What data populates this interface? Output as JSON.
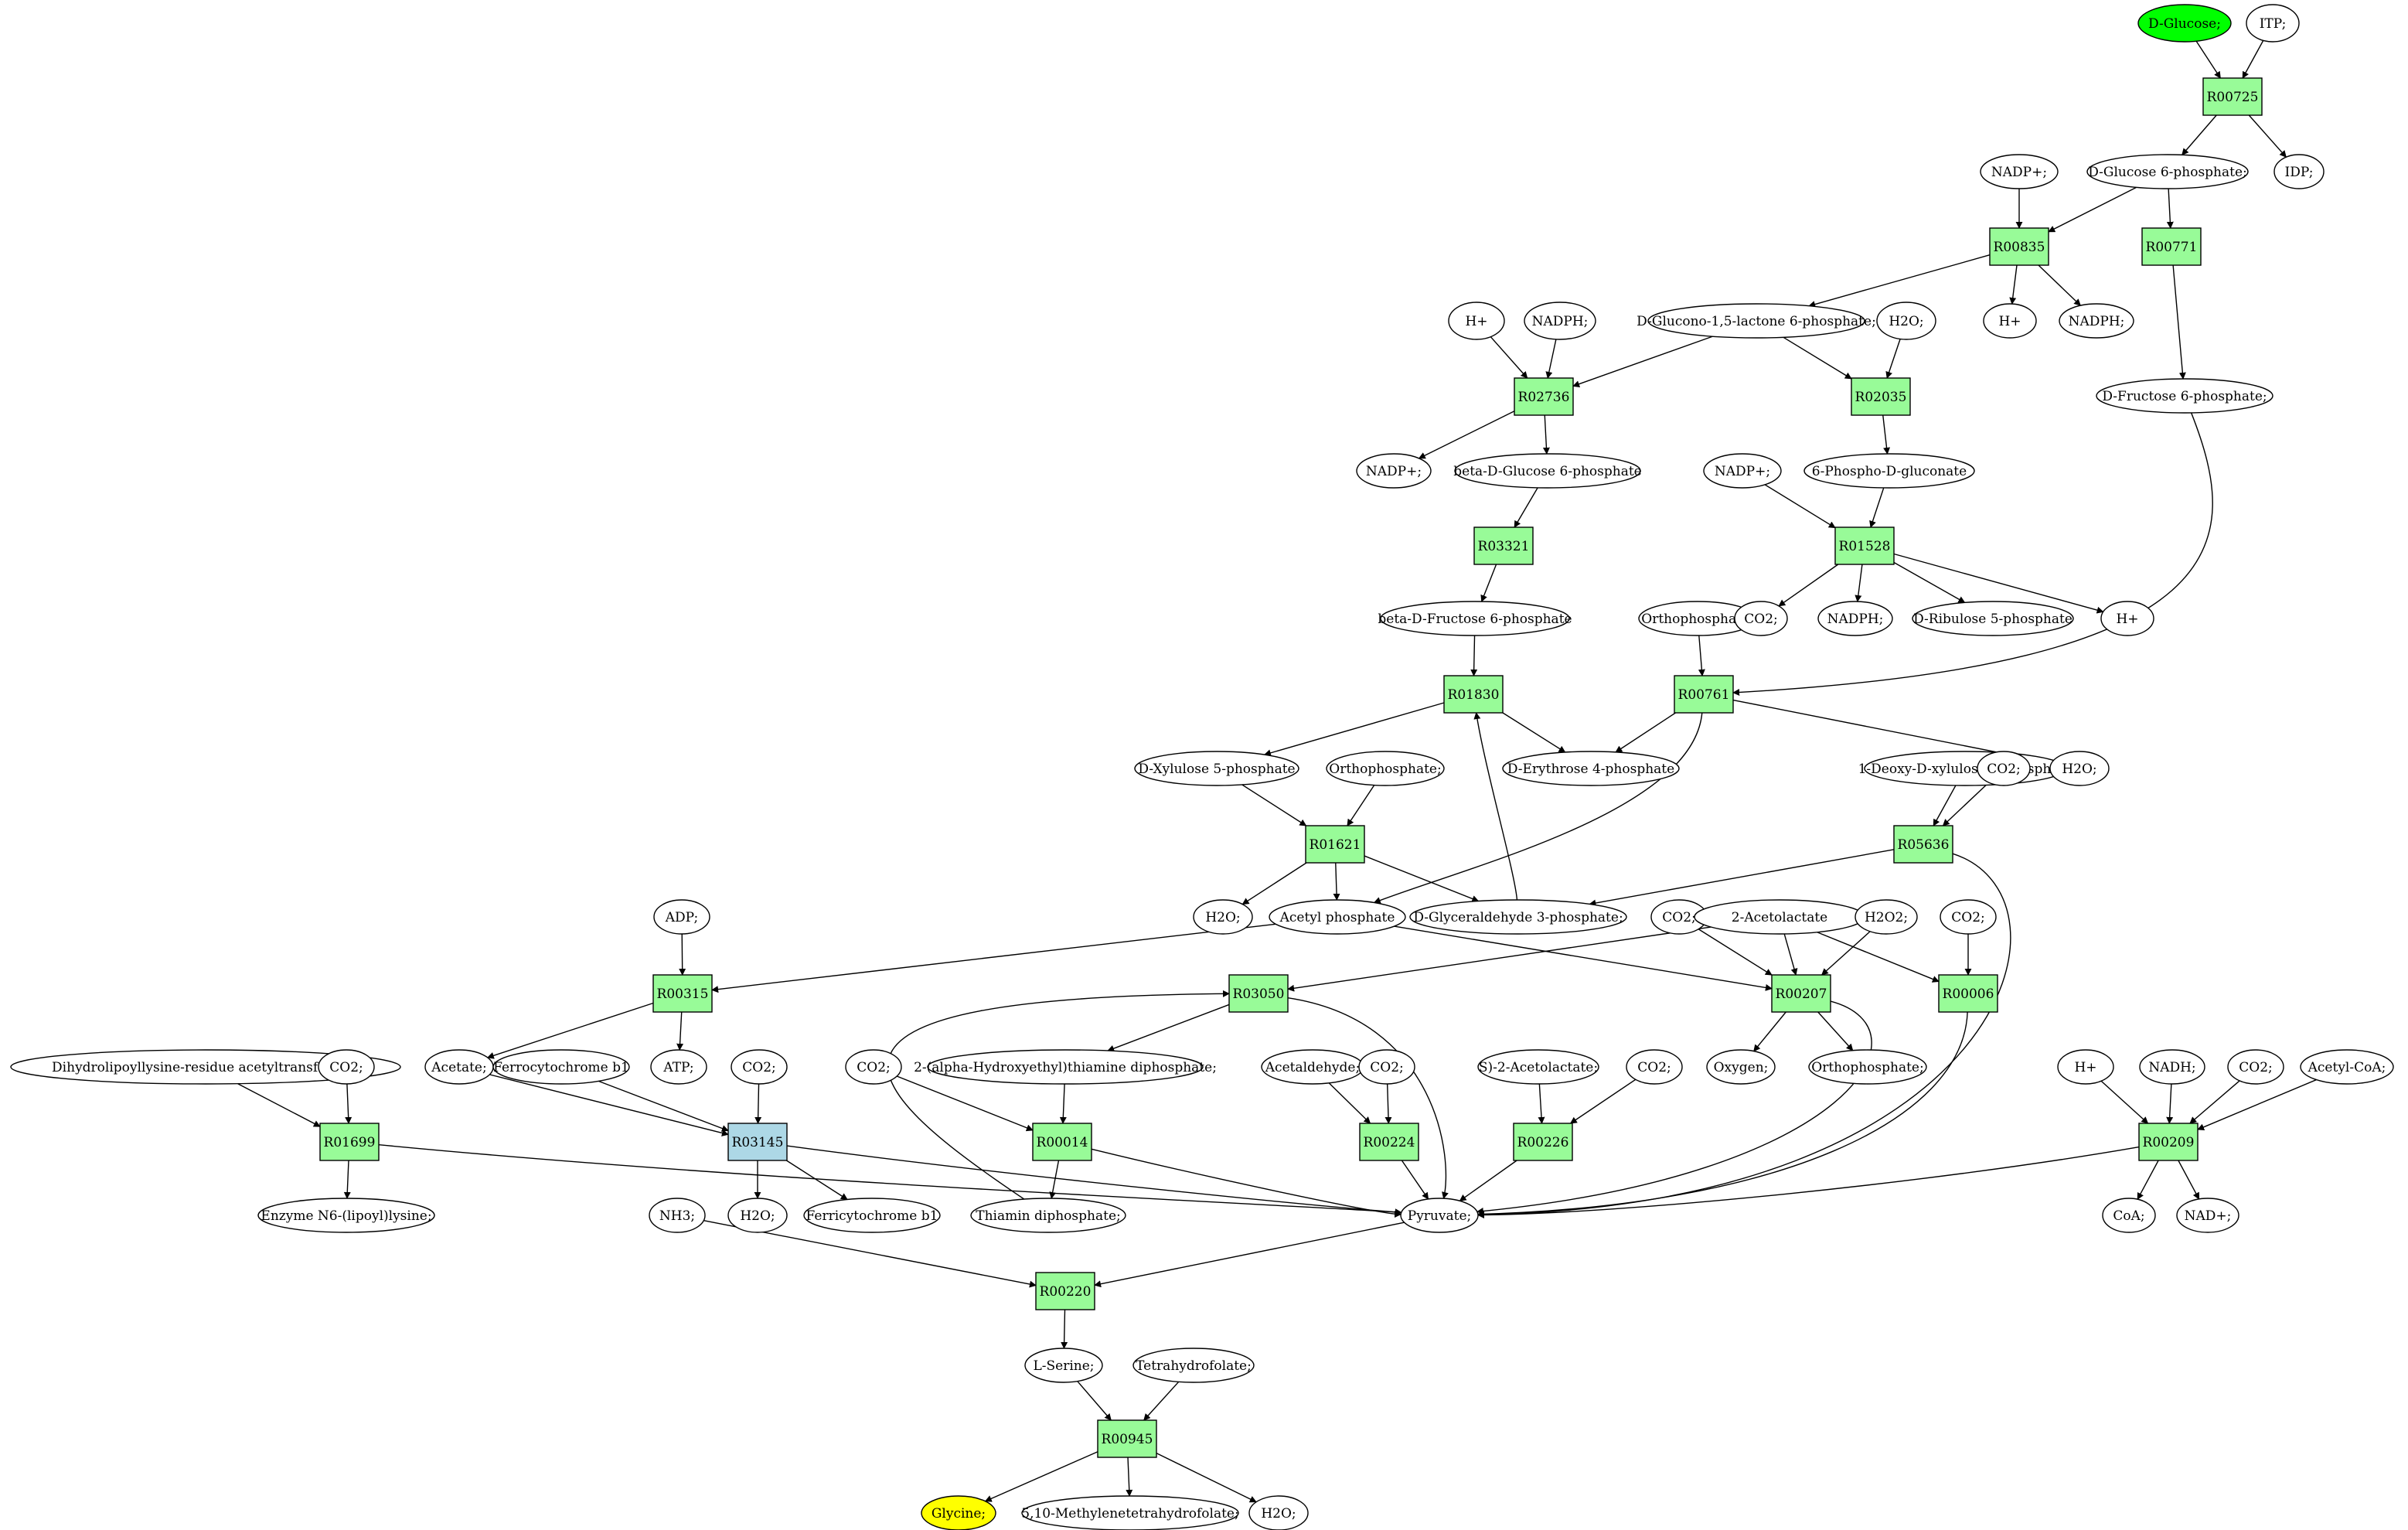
{
  "colors": {
    "reaction_fill": "#98fb98",
    "reaction_alt_fill": "#add8e6",
    "source_fill": "#00ff00",
    "target_fill": "#ffff00",
    "stroke": "#000000",
    "background": "#ffffff"
  },
  "reactions": [
    {
      "id": "R00725",
      "label": "R00725"
    },
    {
      "id": "R00835",
      "label": "R00835"
    },
    {
      "id": "R00771",
      "label": "R00771"
    },
    {
      "id": "R02736",
      "label": "R02736"
    },
    {
      "id": "R02035",
      "label": "R02035"
    },
    {
      "id": "R03321",
      "label": "R03321"
    },
    {
      "id": "R01528",
      "label": "R01528"
    },
    {
      "id": "R01830",
      "label": "R01830"
    },
    {
      "id": "R00761",
      "label": "R00761"
    },
    {
      "id": "R01621",
      "label": "R01621"
    },
    {
      "id": "R05636",
      "label": "R05636"
    },
    {
      "id": "R00315",
      "label": "R00315"
    },
    {
      "id": "R03050",
      "label": "R03050"
    },
    {
      "id": "R00207",
      "label": "R00207"
    },
    {
      "id": "R00006",
      "label": "R00006"
    },
    {
      "id": "R01699",
      "label": "R01699"
    },
    {
      "id": "R03145",
      "label": "R03145",
      "style": "alt"
    },
    {
      "id": "R00014",
      "label": "R00014"
    },
    {
      "id": "R00224",
      "label": "R00224"
    },
    {
      "id": "R00226",
      "label": "R00226"
    },
    {
      "id": "R00209",
      "label": "R00209"
    },
    {
      "id": "R00220",
      "label": "R00220"
    },
    {
      "id": "R00945",
      "label": "R00945"
    }
  ],
  "compounds": [
    {
      "id": "c_glucose",
      "label": "D-Glucose;",
      "style": "source"
    },
    {
      "id": "c_itp",
      "label": "ITP;"
    },
    {
      "id": "c_g6p",
      "label": "D-Glucose 6-phosphate;"
    },
    {
      "id": "c_idp",
      "label": "IDP;"
    },
    {
      "id": "c_nadp_1",
      "label": "NADP+;"
    },
    {
      "id": "c_h_1",
      "label": "H+"
    },
    {
      "id": "c_nadph_1",
      "label": "NADPH;"
    },
    {
      "id": "c_h_2",
      "label": "H+"
    },
    {
      "id": "c_nadph_2",
      "label": "NADPH;"
    },
    {
      "id": "c_glucono",
      "label": "D-Glucono-1,5-lactone 6-phosphate;"
    },
    {
      "id": "c_h2o_1",
      "label": "H2O;"
    },
    {
      "id": "c_f6p",
      "label": "D-Fructose 6-phosphate;"
    },
    {
      "id": "c_nadp_2",
      "label": "NADP+;"
    },
    {
      "id": "c_bg6p",
      "label": "beta-D-Glucose 6-phosphate"
    },
    {
      "id": "c_nadp_3",
      "label": "NADP+;"
    },
    {
      "id": "c_6pg",
      "label": "6-Phospho-D-gluconate"
    },
    {
      "id": "c_bf6p",
      "label": "beta-D-Fructose 6-phosphate"
    },
    {
      "id": "c_ortho_1",
      "label": "Orthophosphate;"
    },
    {
      "id": "c_co2_1",
      "label": "CO2;"
    },
    {
      "id": "c_nadph_3",
      "label": "NADPH;"
    },
    {
      "id": "c_ru5p",
      "label": "D-Ribulose 5-phosphate"
    },
    {
      "id": "c_h_3",
      "label": "H+"
    },
    {
      "id": "c_x5p",
      "label": "D-Xylulose 5-phosphate"
    },
    {
      "id": "c_ortho_2",
      "label": "Orthophosphate;"
    },
    {
      "id": "c_e4p",
      "label": "D-Erythrose 4-phosphate"
    },
    {
      "id": "c_dxp",
      "label": "1-Deoxy-D-xylulose 5-phosphate"
    },
    {
      "id": "c_co2_2",
      "label": "CO2;"
    },
    {
      "id": "c_h2o_2",
      "label": "H2O;"
    },
    {
      "id": "c_adp",
      "label": "ADP;"
    },
    {
      "id": "c_h2o_3",
      "label": "H2O;"
    },
    {
      "id": "c_acp",
      "label": "Acetyl phosphate"
    },
    {
      "id": "c_gap",
      "label": "D-Glyceraldehyde 3-phosphate;"
    },
    {
      "id": "c_co2_3",
      "label": "CO2;"
    },
    {
      "id": "c_2al",
      "label": "2-Acetolactate"
    },
    {
      "id": "c_h2o2",
      "label": "H2O2;"
    },
    {
      "id": "c_co2_4",
      "label": "CO2;"
    },
    {
      "id": "c_dlat",
      "label": "Dihydrolipoyllysine-residue acetyltransferase]"
    },
    {
      "id": "c_co2_5",
      "label": "CO2;"
    },
    {
      "id": "c_acetate",
      "label": "Acetate;"
    },
    {
      "id": "c_fcb1",
      "label": "Ferrocytochrome b1"
    },
    {
      "id": "c_co2_6",
      "label": "CO2;"
    },
    {
      "id": "c_atp",
      "label": "ATP;"
    },
    {
      "id": "c_hetpp",
      "label": "2-(alpha-Hydroxyethyl)thiamine diphosphate;"
    },
    {
      "id": "c_co2_7",
      "label": "CO2;"
    },
    {
      "id": "c_acald",
      "label": "Acetaldehyde;"
    },
    {
      "id": "c_co2_8",
      "label": "CO2;"
    },
    {
      "id": "c_s2al",
      "label": "S)-2-Acetolactate;"
    },
    {
      "id": "c_co2_9",
      "label": "CO2;"
    },
    {
      "id": "c_oxygen",
      "label": "Oxygen;"
    },
    {
      "id": "c_ortho_3",
      "label": "Orthophosphate;"
    },
    {
      "id": "c_h_4",
      "label": "H+"
    },
    {
      "id": "c_nadh",
      "label": "NADH;"
    },
    {
      "id": "c_co2_10",
      "label": "CO2;"
    },
    {
      "id": "c_accoa",
      "label": "Acetyl-CoA;"
    },
    {
      "id": "c_lipoyl",
      "label": "Enzyme N6-(lipoyl)lysine;"
    },
    {
      "id": "c_h2o_4",
      "label": "H2O;"
    },
    {
      "id": "c_fccb1",
      "label": "Ferricytochrome b1"
    },
    {
      "id": "c_tpp",
      "label": "Thiamin diphosphate;"
    },
    {
      "id": "c_pyruvate",
      "label": "Pyruvate;"
    },
    {
      "id": "c_coa",
      "label": "CoA;"
    },
    {
      "id": "c_nad",
      "label": "NAD+;"
    },
    {
      "id": "c_nh3",
      "label": "NH3;"
    },
    {
      "id": "c_serine",
      "label": "L-Serine;"
    },
    {
      "id": "c_thf",
      "label": "Tetrahydrofolate;"
    },
    {
      "id": "c_glycine",
      "label": "Glycine;",
      "style": "target"
    },
    {
      "id": "c_mthf",
      "label": "5,10-Methylenetetrahydrofolate;"
    },
    {
      "id": "c_h2o_5",
      "label": "H2O;"
    }
  ]
}
